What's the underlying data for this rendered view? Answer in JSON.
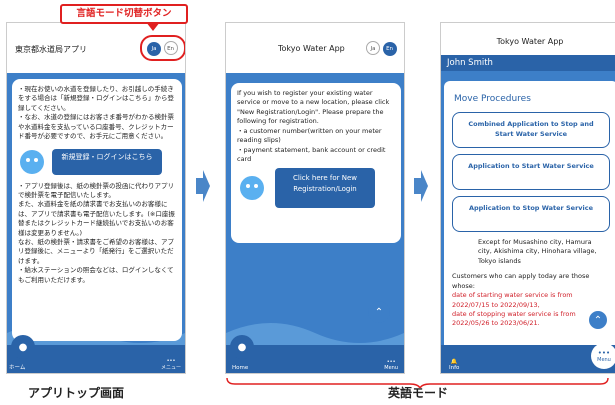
{
  "callout": {
    "text": "言語モード切替ボタン"
  },
  "screen1": {
    "title": "東京都水道局アプリ",
    "lang_ja": "Ja",
    "lang_en": "En",
    "para1": "・現在お使いの水道を登録したり、お引越しの手続きをする場合は「新規登録・ログインはこちら」から登録してください。",
    "para2": "・なお、水道の登録にはお客さま番号がわかる検針票や水道料金を支払っている口座番号、クレジットカード番号が必要ですので、お手元にご用意ください。",
    "register_button": "新規登録・ログインはこちら",
    "para3": "・アプリ登録後は、紙の検針票の投函に代わりアプリで検針票を電子配信いたします。",
    "para4": "また、水道料金を紙の請求書でお支払いのお客様には、アプリで請求書も電子配信いたします。(※口座振替またはクレジットカード継続払いでお支払いのお客様は変更ありません。)",
    "para5": "なお、紙の検針票・請求書をご希望のお客様は、アプリ登録後に、メニューより「紙発行」をご選択いただけます。",
    "para6": "・給水ステーションの照会などは、ログインしなくてもご利用いただけます。",
    "nav_home": "ホーム",
    "nav_menu": "メニュー"
  },
  "screen2": {
    "title": "Tokyo Water App",
    "lang_ja": "Ja",
    "lang_en": "En",
    "text": "If you wish to register your existing water service or move to a new location, please click \"New Registration/Login\". Please prepare the following for registration.",
    "item1": "・a customer number(written on your meter reading slips)",
    "item2": "・payment statement, bank account or credit card",
    "button": "Click here for New Registration/Login",
    "nav_home": "Home",
    "nav_menu": "Menu"
  },
  "screen3": {
    "title": "Tokyo Water App",
    "user": "John Smith",
    "heading": "Move Procedures",
    "btn1": "Combined Application to Stop and Start Water Service",
    "btn2": "Application to Start Water Service",
    "btn3": "Application to Stop Water Service",
    "except": "Except for Musashino city, Hamura city, Akishima city, Hinohara village, Tokyo islands",
    "customers": "Customers who can apply today are those whose:",
    "red1": "date of starting water service is from 2022/07/15 to 2022/09/13,",
    "red2": "date of stopping water service is from 2022/05/26 to 2023/06/21.",
    "nav_info": "Info",
    "nav_menu": "Menu"
  },
  "captions": {
    "left": "アプリトップ画面",
    "right": "英語モード"
  },
  "colors": {
    "brand_blue": "#2a63a8",
    "callout_red": "#e02020",
    "date_red": "#d0202a"
  }
}
